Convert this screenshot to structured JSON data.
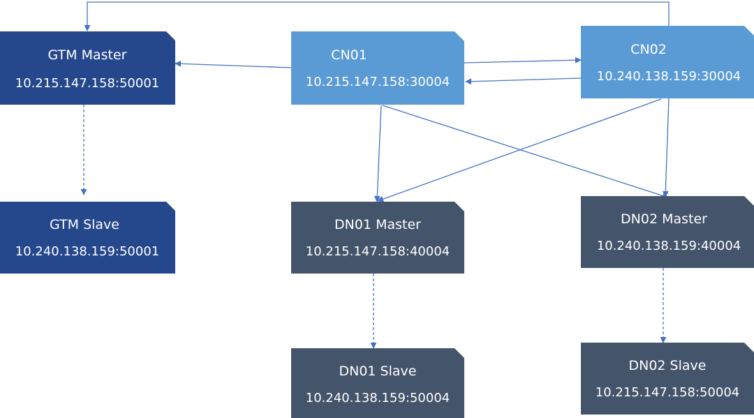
{
  "colors": {
    "gtm": "#25478C",
    "cn": "#5B9BD5",
    "dn": "#44546A",
    "edge": "#4472C4",
    "text": "#FFFFFF"
  },
  "nodes": [
    {
      "id": "gtm-master",
      "title": "GTM Master",
      "address": "10.215.147.158:50001",
      "group": "gtm"
    },
    {
      "id": "cn01",
      "title": "CN01",
      "address": "10.215.147.158:30004",
      "group": "cn"
    },
    {
      "id": "cn02",
      "title": "CN02",
      "address": "10.240.138.159:30004",
      "group": "cn"
    },
    {
      "id": "gtm-slave",
      "title": "GTM Slave",
      "address": "10.240.138.159:50001",
      "group": "gtm"
    },
    {
      "id": "dn01-master",
      "title": "DN01 Master",
      "address": "10.215.147.158:40004",
      "group": "dn"
    },
    {
      "id": "dn02-master",
      "title": "DN02 Master",
      "address": "10.240.138.159:40004",
      "group": "dn"
    },
    {
      "id": "dn01-slave",
      "title": "DN01 Slave",
      "address": "10.240.138.159:50004",
      "group": "dn"
    },
    {
      "id": "dn02-slave",
      "title": "DN02 Slave",
      "address": "10.215.147.158:50004",
      "group": "dn"
    }
  ],
  "edges": [
    {
      "from": "cn02",
      "to": "gtm-master",
      "style": "solid"
    },
    {
      "from": "cn01",
      "to": "gtm-master",
      "style": "solid"
    },
    {
      "from": "cn01",
      "to": "cn02",
      "style": "solid"
    },
    {
      "from": "cn02",
      "to": "cn01",
      "style": "solid"
    },
    {
      "from": "cn01",
      "to": "dn01-master",
      "style": "solid"
    },
    {
      "from": "cn01",
      "to": "dn02-master",
      "style": "solid"
    },
    {
      "from": "cn02",
      "to": "dn01-master",
      "style": "solid"
    },
    {
      "from": "cn02",
      "to": "dn02-master",
      "style": "solid"
    },
    {
      "from": "gtm-master",
      "to": "gtm-slave",
      "style": "dashed"
    },
    {
      "from": "dn01-master",
      "to": "dn01-slave",
      "style": "dashed"
    },
    {
      "from": "dn02-master",
      "to": "dn02-slave",
      "style": "dashed"
    }
  ]
}
